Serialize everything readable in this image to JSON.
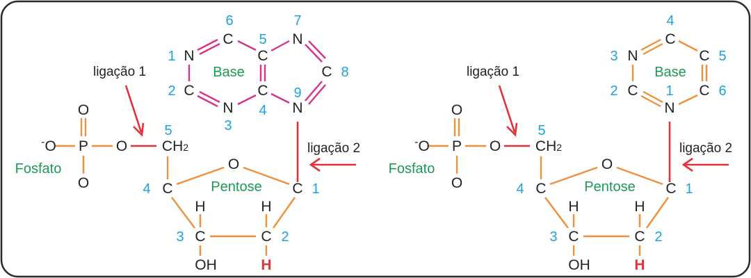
{
  "colors": {
    "bond_sugar": "#f0903a",
    "bond_purine": "#d6338a",
    "highlight": "#e2313a",
    "number": "#1aa3e0",
    "label": "#1b9a55"
  },
  "left": {
    "phosphate": {
      "o_minus": "O",
      "minus": "-",
      "p": "P",
      "o_top": "O",
      "o_bottom": "O",
      "o_link": "O",
      "label": "Fosfato"
    },
    "sugar": {
      "ch2": "CH",
      "ch2_sub": "2",
      "n5": "5",
      "c4": "C",
      "n4": "4",
      "o_ring": "O",
      "c1": "C",
      "n1": "1",
      "c3": "C",
      "n3": "3",
      "c2": "C",
      "n2": "2",
      "h3": "H",
      "h2": "H",
      "oh": "OH",
      "h2_bottom": "H",
      "label": "Pentose"
    },
    "bond1_label": "ligação 1",
    "bond2_label": "ligação 2",
    "base": {
      "label": "Base",
      "atoms": [
        {
          "sym": "N",
          "num": "1"
        },
        {
          "sym": "C",
          "num": "2"
        },
        {
          "sym": "N",
          "num": "3"
        },
        {
          "sym": "C",
          "num": "4"
        },
        {
          "sym": "C",
          "num": "5"
        },
        {
          "sym": "C",
          "num": "6"
        },
        {
          "sym": "N",
          "num": "7"
        },
        {
          "sym": "C",
          "num": "8"
        },
        {
          "sym": "N",
          "num": "9"
        }
      ]
    }
  },
  "right": {
    "phosphate": {
      "o_minus": "O",
      "minus": "-",
      "p": "P",
      "o_top": "O",
      "o_bottom": "O",
      "o_link": "O",
      "label": "Fosfato"
    },
    "sugar": {
      "ch2": "CH",
      "ch2_sub": "2",
      "n5": "5",
      "c4": "C",
      "n4": "4",
      "o_ring": "O",
      "c1": "C",
      "n1": "1",
      "c3": "C",
      "n3": "3",
      "c2": "C",
      "n2": "2",
      "h3": "H",
      "h2": "H",
      "oh": "OH",
      "h2_bottom": "H",
      "label": "Pentose"
    },
    "bond1_label": "ligação 1",
    "bond2_label": "ligação 2",
    "base": {
      "label": "Base",
      "atoms": [
        {
          "sym": "N",
          "num": "1"
        },
        {
          "sym": "C",
          "num": "2"
        },
        {
          "sym": "N",
          "num": "3"
        },
        {
          "sym": "C",
          "num": "4"
        },
        {
          "sym": "C",
          "num": "5"
        },
        {
          "sym": "C",
          "num": "6"
        }
      ]
    }
  }
}
